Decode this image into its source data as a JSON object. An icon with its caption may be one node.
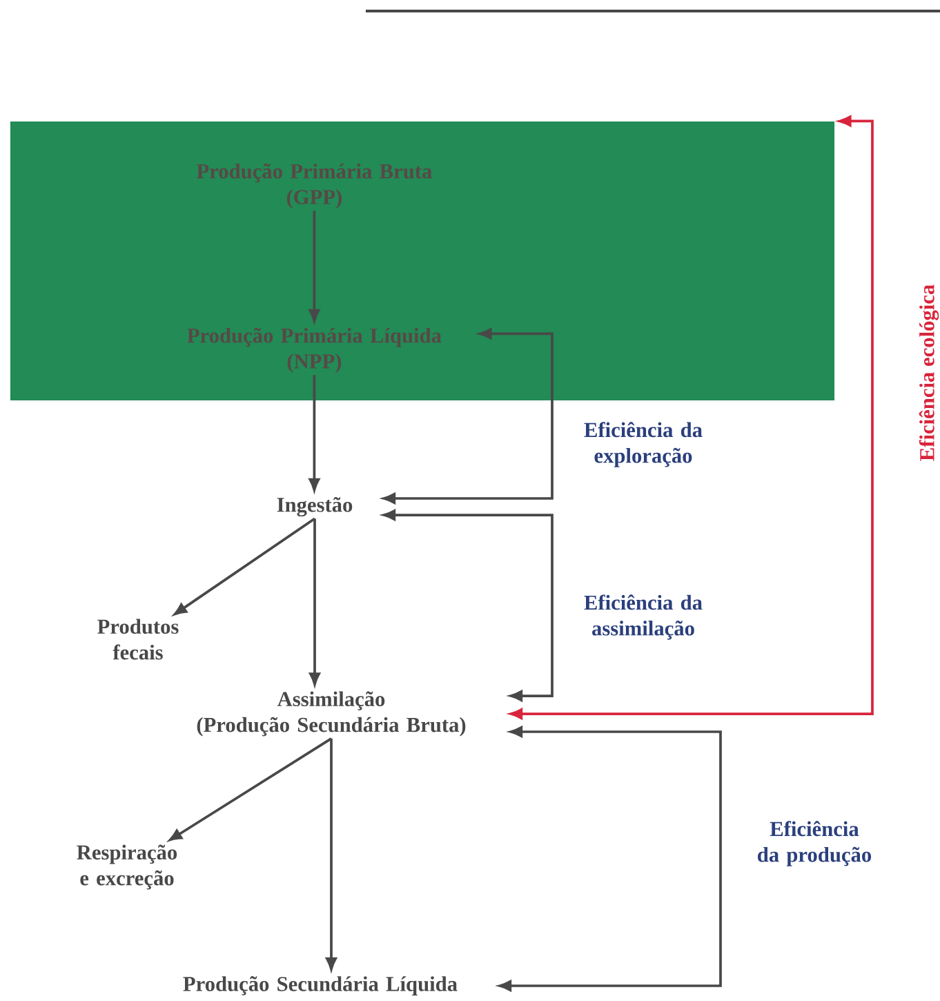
{
  "diagram": {
    "nodes": [
      {
        "text": [],
        "shape": "box"
      },
      {
        "text": [
          "Produção Primária Bruta",
          "(GPP)"
        ],
        "in": 0
      },
      {
        "text": [
          "Produção Primária Líquida",
          "(NPP)"
        ],
        "in": 0
      },
      {
        "text": [
          "Ingestão"
        ]
      },
      {
        "text": [
          "Produtos fecais"
        ]
      },
      {
        "text": [
          "Assimilação",
          "(Produção Secundária Bruta)"
        ]
      },
      {
        "text": [
          "Respiração e excreção"
        ]
      },
      {
        "text": [
          "Produção Secundária Líquida"
        ]
      }
    ],
    "edges": [
      {
        "from": 1,
        "to": 2,
        "arrow": "to"
      },
      {
        "from": 2,
        "to": 3,
        "arrow": "to"
      },
      {
        "from": 3,
        "to": 4,
        "arrow": "to"
      },
      {
        "from": 3,
        "to": 5,
        "arrow": "to"
      },
      {
        "from": 5,
        "to": 6,
        "arrow": "to"
      },
      {
        "from": 5,
        "to": 7,
        "arrow": "to"
      },
      {
        "from": 2,
        "to": 3,
        "arrow": "both",
        "label": "Eficiência da exploração"
      },
      {
        "from": 3,
        "to": 5,
        "arrow": "both",
        "label": "Eficiência da assimilação"
      },
      {
        "from": 5,
        "to": 7,
        "arrow": "both",
        "label": "Eficiência da produção"
      },
      {
        "from": 0,
        "to": 5,
        "arrow": "both",
        "label": "Eficiência ecológica",
        "color": "#d8243c"
      }
    ]
  }
}
